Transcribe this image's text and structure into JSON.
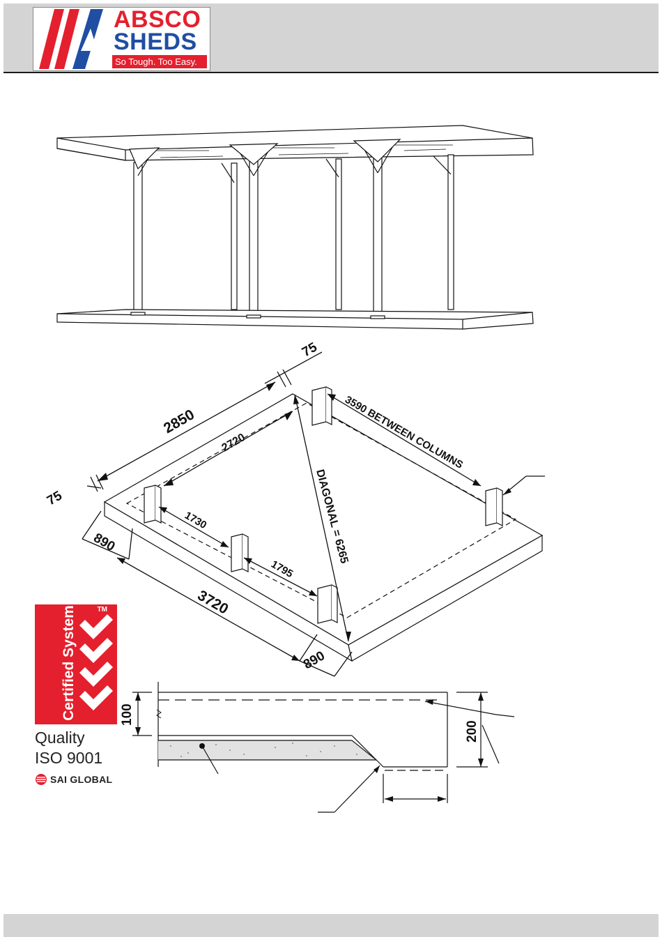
{
  "logo": {
    "line1": "ABSCO",
    "line2": "SHEDS",
    "tagline": "So Tough. Too Easy."
  },
  "dimensions": {
    "width_outer": "2850",
    "width_inner": "2720",
    "offset_top": "75",
    "offset_left": "75",
    "column_span": "3590 BETWEEN COLUMNS",
    "diagonal": "DIAGONAL = 6265",
    "col_gap_1": "1730",
    "col_gap_2": "1795",
    "length_total": "3720",
    "end_offset_left": "890",
    "end_offset_right": "890"
  },
  "section": {
    "slab_depth": "100",
    "edge_depth": "200"
  },
  "certification": {
    "title": "Certified System",
    "tm": "TM",
    "quality": "Quality",
    "standard": "ISO 9001",
    "body": "SAI GLOBAL"
  },
  "colors": {
    "brand_red": "#e4202e",
    "brand_blue": "#1f4ea3",
    "header_grey": "#d4d4d4"
  }
}
